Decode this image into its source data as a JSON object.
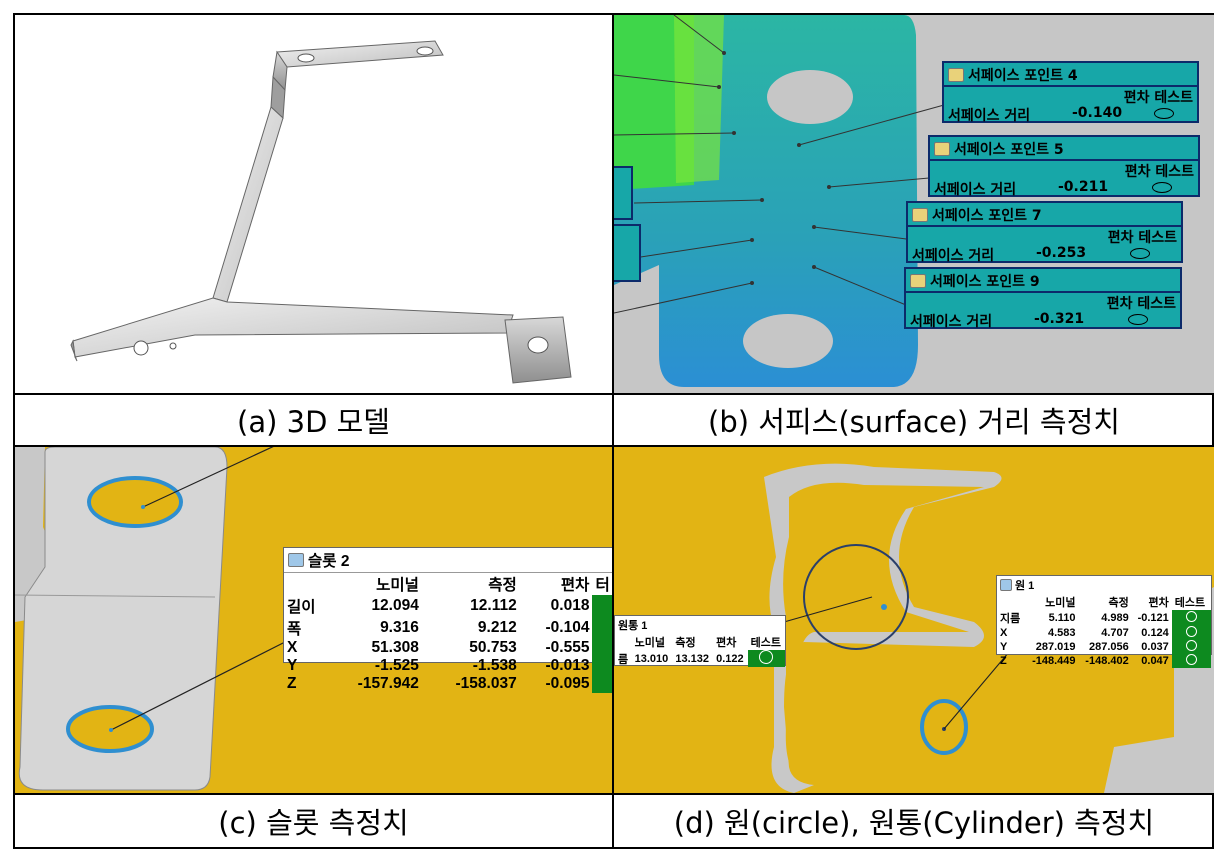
{
  "captions": {
    "a": "(a) 3D 모델",
    "b": "(b) 서피스(surface) 거리 측정치",
    "c": "(c) 슬롯 측정치",
    "d": "(d) 원(circle), 원통(Cylinder) 측정치"
  },
  "panel_b": {
    "points": [
      {
        "title": "서페이스 포인트 4",
        "dev_header": "편차",
        "test_header": "테스트",
        "row_label": "서페이스 거리",
        "value": "-0.140"
      },
      {
        "title": "서페이스 포인트 5",
        "dev_header": "편차",
        "test_header": "테스트",
        "row_label": "서페이스 거리",
        "value": "-0.211"
      },
      {
        "title": "서페이스 포인트 7",
        "dev_header": "편차",
        "test_header": "테스트",
        "row_label": "서페이스 거리",
        "value": "-0.253"
      },
      {
        "title": "서페이스 포인트 9",
        "dev_header": "편차",
        "test_header": "테스트",
        "row_label": "서페이스 거리",
        "value": "-0.321"
      }
    ]
  },
  "panel_c": {
    "title": "슬롯 2",
    "headers": [
      "",
      "노미널",
      "측정",
      "편차",
      "터"
    ],
    "rows": [
      [
        "길이",
        "12.094",
        "12.112",
        "0.018"
      ],
      [
        "폭",
        "9.316",
        "9.212",
        "-0.104"
      ],
      [
        "X",
        "51.308",
        "50.753",
        "-0.555"
      ],
      [
        "Y",
        "-1.525",
        "-1.538",
        "-0.013"
      ],
      [
        "Z",
        "-157.942",
        "-158.037",
        "-0.095"
      ]
    ]
  },
  "panel_d": {
    "cylinder": {
      "title": "원통 1",
      "headers": [
        "",
        "노미널",
        "측정",
        "편차",
        "테스트"
      ],
      "row": [
        "름",
        "13.010",
        "13.132",
        "0.122"
      ]
    },
    "circle": {
      "title": "원 1",
      "headers": [
        "",
        "노미널",
        "측정",
        "편차",
        "테스트"
      ],
      "rows": [
        [
          "지름",
          "5.110",
          "4.989",
          "-0.121"
        ],
        [
          "X",
          "4.583",
          "4.707",
          "0.124"
        ],
        [
          "Y",
          "287.019",
          "287.056",
          "0.037"
        ],
        [
          "Z",
          "-148.449",
          "-148.402",
          "0.047"
        ]
      ]
    }
  },
  "colors": {
    "teal_box": "#17a7a8",
    "box_border": "#0c2a6a",
    "pass_green": "#0d8a1f",
    "scan_yellow": "#e2b414",
    "scan_blue": "#2f8fd0"
  }
}
